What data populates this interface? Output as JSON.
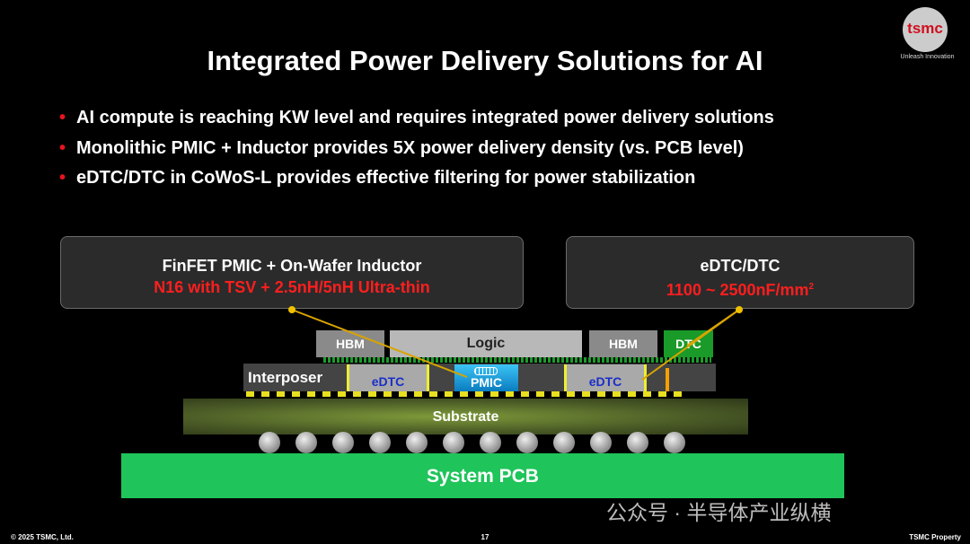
{
  "title": "Integrated Power Delivery Solutions for AI",
  "logo": {
    "text": "tsmc",
    "tagline": "Unleash Innovation"
  },
  "bullets": [
    "AI compute is reaching KW level and requires integrated power delivery solutions",
    "Monolithic PMIC + Inductor provides 5X power delivery density (vs. PCB level)",
    "eDTC/DTC in CoWoS-L provides effective filtering for power stabilization"
  ],
  "callouts": {
    "left": {
      "title": "FinFET PMIC + On-Wafer Inductor",
      "detail": "N16 with TSV + 2.5nH/5nH Ultra-thin"
    },
    "right": {
      "title": "eDTC/DTC",
      "detail": "1100 ~ 2500nF/mm",
      "sup": "2"
    }
  },
  "diagram": {
    "hbm_left": "HBM",
    "logic": "Logic",
    "hbm_right": "HBM",
    "dtc": "DTC",
    "interposer": "Interposer",
    "edtc_left": "eDTC",
    "pmic": "PMIC",
    "edtc_right": "eDTC",
    "substrate": "Substrate",
    "pcb": "System PCB"
  },
  "footer": {
    "copyright": "© 2025 TSMC, Ltd.",
    "page": "17",
    "property": "TSMC Property"
  },
  "watermark": "公众号 · 半导体产业纵横",
  "colors": {
    "accent_red": "#ff1e1e",
    "pcb_green": "#1fc45a",
    "dtc_green": "#1a9a28",
    "pmic_blue": "#1ea8e6"
  }
}
